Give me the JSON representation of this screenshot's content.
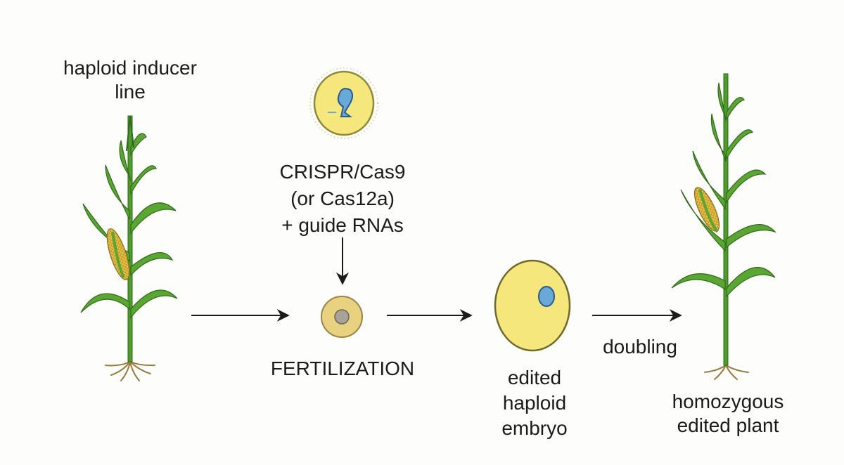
{
  "labels": {
    "inducer": [
      "haploid inducer",
      "line"
    ],
    "crispr": [
      "CRISPR/Cas9",
      "(or Cas12a)",
      "+ guide RNAs"
    ],
    "fertilization": "FERTILIZATION",
    "embryo": [
      "edited",
      "haploid",
      "embryo"
    ],
    "doubling": "doubling",
    "result": [
      "homozygous",
      "edited plant"
    ]
  },
  "colors": {
    "leaf": "#4f9a2c",
    "leaf_dark": "#2f6a1a",
    "cell_fill": "#f6e77c",
    "cell_stroke": "#8c8a3a",
    "nucleus": "#6aa8d8",
    "cob": "#e8c34a",
    "zygote_fill": "#e9d27f",
    "zygote_nucleus": "#a8a396",
    "arrow": "#1b1b1b"
  },
  "icons": {
    "source_plant": "corn-plant-icon",
    "cas_cell": "cas-enzyme-cell-icon",
    "zygote": "zygote-icon",
    "embryo": "haploid-embryo-cell-icon",
    "result_plant": "corn-plant-icon"
  }
}
